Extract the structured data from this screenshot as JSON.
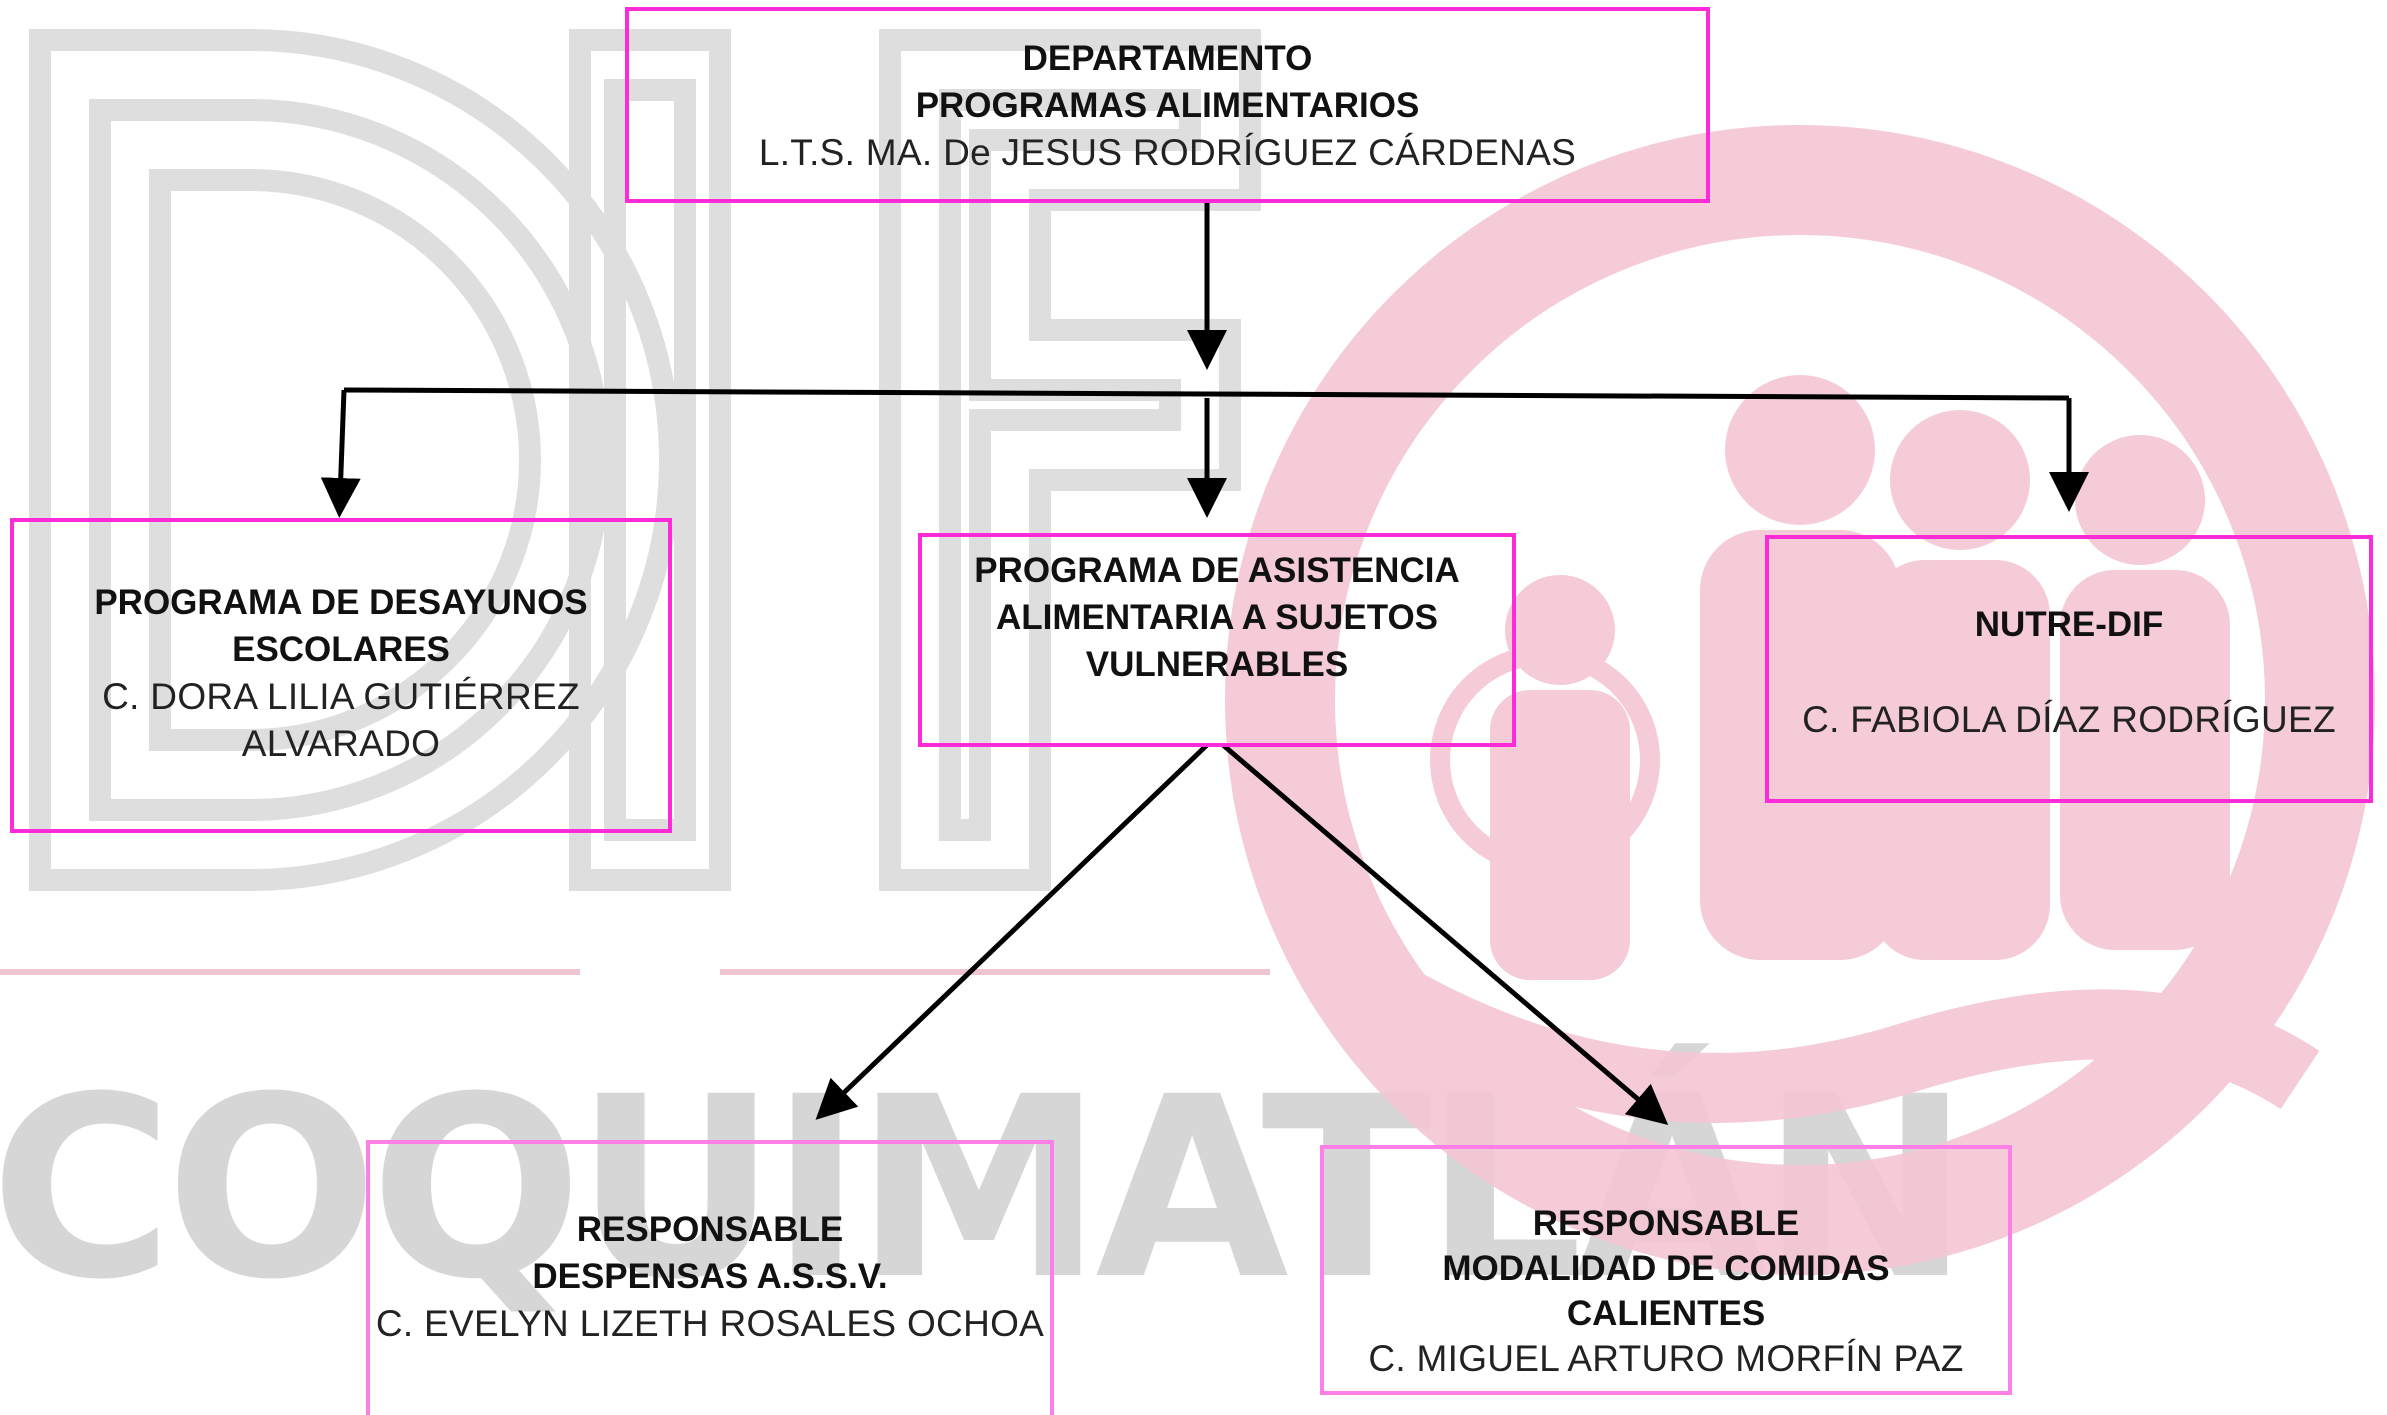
{
  "watermark": {
    "logo_text": "DIF",
    "place": "COQUIMATLÁN"
  },
  "colors": {
    "box_border": "#ff2bd6",
    "box_border_light": "#ff7fe8",
    "logo_pink": "#f3c6d3",
    "logo_gray": "#d9d9d9"
  },
  "nodes": {
    "head": {
      "title1": "DEPARTAMENTO",
      "title2": "PROGRAMAS ALIMENTARIOS",
      "name": "L.T.S. MA. De JESUS RODRÍGUEZ CÁRDENAS"
    },
    "desayunos": {
      "title1": "PROGRAMA DE DESAYUNOS",
      "title2": "ESCOLARES",
      "name1": "C. DORA LILIA GUTIÉRREZ",
      "name2": "ALVARADO"
    },
    "asistencia": {
      "title1": "PROGRAMA DE ASISTENCIA",
      "title2": "ALIMENTARIA A SUJETOS",
      "title3": "VULNERABLES"
    },
    "nutre": {
      "title": "NUTRE-DIF",
      "name": "C. FABIOLA DÍAZ RODRÍGUEZ"
    },
    "despensas": {
      "title1": "RESPONSABLE",
      "title2": "DESPENSAS A.S.S.V.",
      "name": "C. EVELYN LIZETH ROSALES OCHOA"
    },
    "comidas": {
      "title1": "RESPONSABLE",
      "title2": "MODALIDAD DE COMIDAS",
      "title3": "CALIENTES",
      "name": "C. MIGUEL ARTURO MORFÍN PAZ"
    }
  }
}
